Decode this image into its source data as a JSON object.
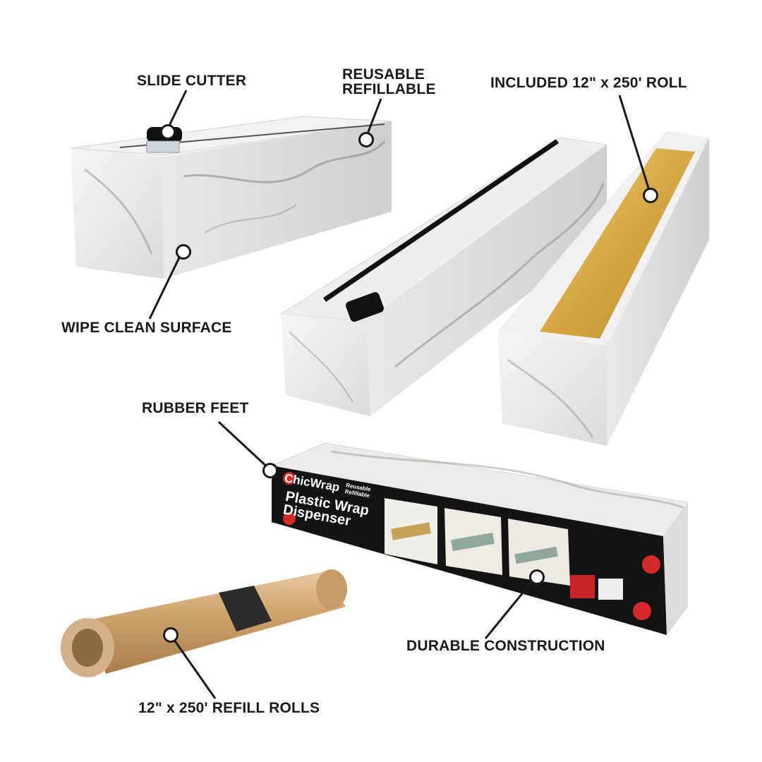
{
  "infographic": {
    "product": "ChicWrap Plastic Wrap Dispenser",
    "callouts": [
      {
        "id": "slide-cutter",
        "text": "SLIDE CUTTER"
      },
      {
        "id": "reusable-refillable",
        "line1": "REUSABLE",
        "line2": "REFILLABLE"
      },
      {
        "id": "included-roll",
        "text": "INCLUDED 12\" x 250' ROLL"
      },
      {
        "id": "wipe-clean",
        "text": "WIPE CLEAN SURFACE"
      },
      {
        "id": "rubber-feet",
        "text": "RUBBER FEET"
      },
      {
        "id": "durable",
        "text": "DURABLE CONSTRUCTION"
      },
      {
        "id": "refill-rolls",
        "text": "12\" x 250' REFILL ROLLS"
      }
    ],
    "package": {
      "brand": "ChicWrap",
      "tagline_1": "Reusable",
      "tagline_2": "Refillable",
      "title_1": "Plastic Wrap",
      "title_2": "Dispenser"
    },
    "colors": {
      "label": "#1a1a1a",
      "accent_red": "#d42a2a",
      "package_black": "#141414",
      "wrap_gold": "#d8b055",
      "refill_tan": "#c9a273"
    }
  }
}
